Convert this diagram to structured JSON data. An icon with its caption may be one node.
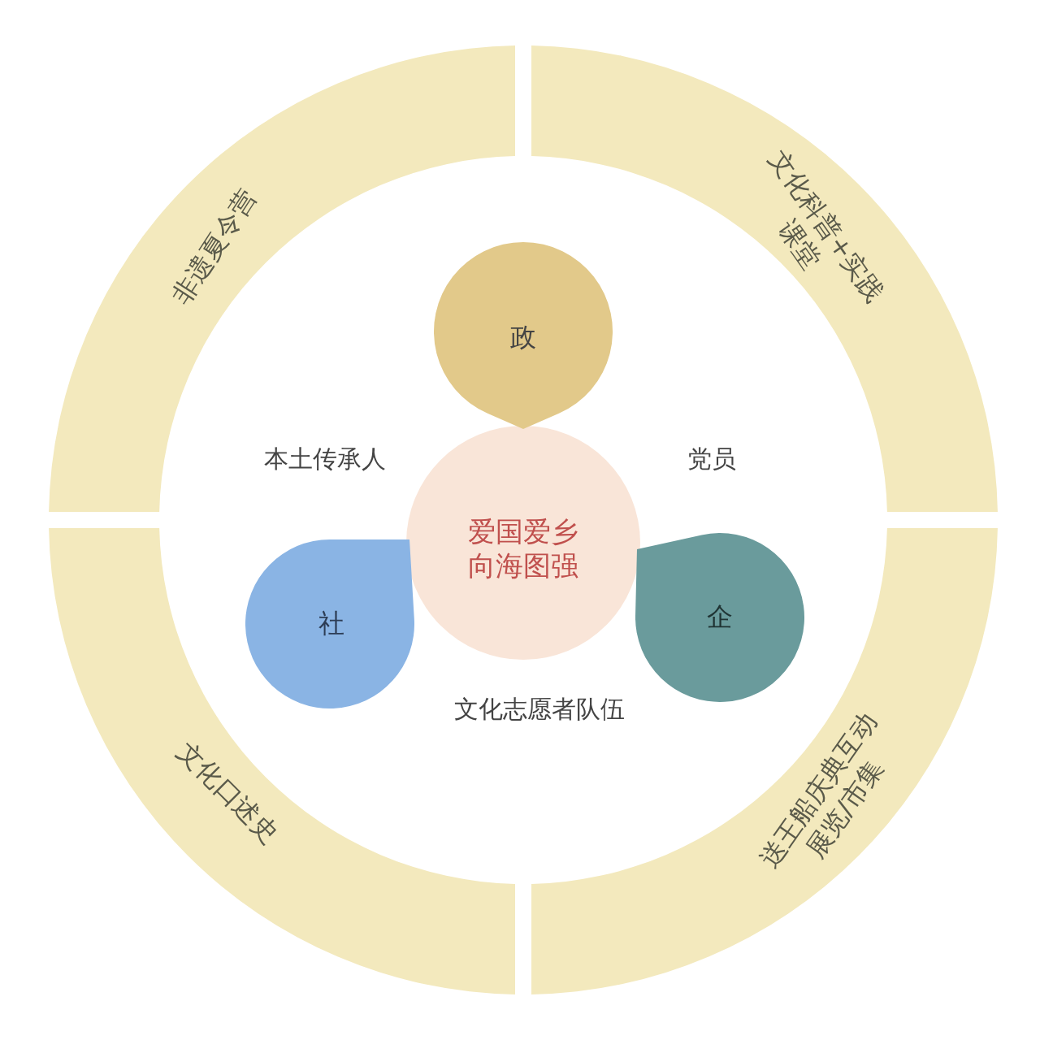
{
  "diagram": {
    "nodes": [
      {
        "text": [
          "非遗夏令营"
        ]
      },
      {
        "text": [
          "文化科普+实践课堂"
        ]
      },
      {
        "text": [
          "文化口述史"
        ]
      },
      {
        "text": [
          "送王船庆典互动展览/市集"
        ]
      },
      {
        "text": [
          "爱国爱乡向海图强"
        ]
      },
      {
        "text": [
          "政"
        ]
      },
      {
        "text": [
          "社"
        ]
      },
      {
        "text": [
          "企"
        ]
      }
    ],
    "labels": [
      "本土传承人",
      "党员",
      "文化志愿者队伍"
    ]
  }
}
